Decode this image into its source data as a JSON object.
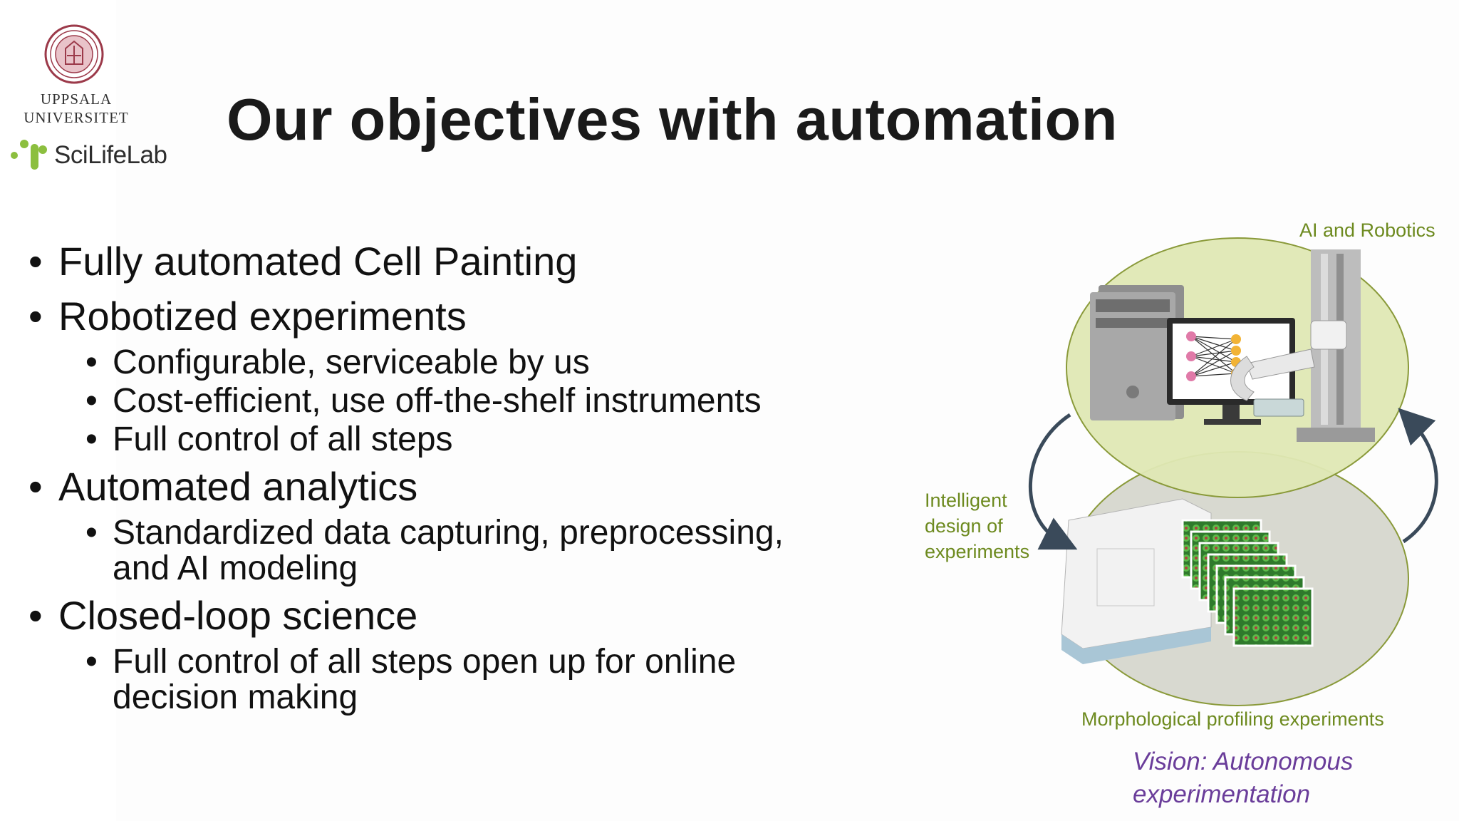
{
  "logos": {
    "university_lines": [
      "UPPSALA",
      "UNIVERSITET"
    ],
    "scilifelab_name": "SciLifeLab",
    "seal_icon": "uppsala-seal-icon",
    "scilifelab_icon": "scilifelab-dots-icon"
  },
  "title": "Our objectives with automation",
  "bullets": [
    {
      "text": "Fully automated Cell Painting",
      "sub": []
    },
    {
      "text": "Robotized experiments",
      "sub": [
        [
          "Configurable, serviceable by us"
        ],
        [
          "Cost-efficient, use off-the-shelf instruments"
        ],
        [
          "Full control of all steps"
        ]
      ]
    },
    {
      "text": "Automated analytics",
      "sub": [
        [
          "Standardized data capturing, preprocessing,",
          "and AI modeling"
        ]
      ]
    },
    {
      "text": "Closed-loop science",
      "sub": [
        [
          "Full control of all steps open up for online",
          "decision making"
        ]
      ]
    }
  ],
  "diagram": {
    "top_label": "AI and Robotics",
    "side_label_lines": [
      "Intelligent",
      "design of",
      "experiments"
    ],
    "bottom_label": "Morphological profiling experiments",
    "vision_lines": [
      "Vision: Autonomous",
      "experimentation"
    ]
  },
  "colors": {
    "label_green": "#6d8a1f",
    "vision_purple": "#6a3d9a",
    "ellipse_top": "#dfe8b4",
    "ellipse_bottom": "#d8d9d0",
    "ellipse_stroke": "#8a9a3a",
    "arrow": "#3a4a5a"
  }
}
